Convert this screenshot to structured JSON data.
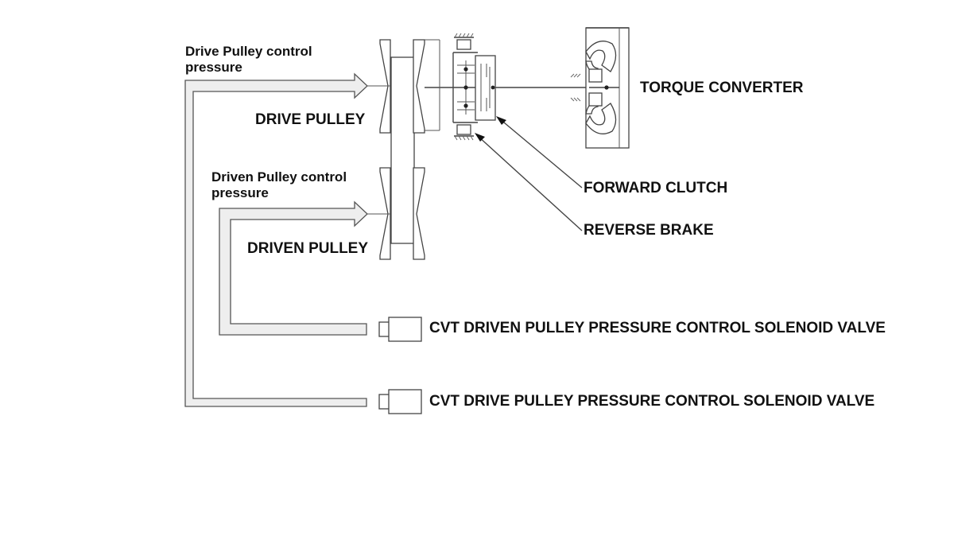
{
  "labels": {
    "drive_pressure_line1": "Drive Pulley control",
    "drive_pressure_line2": "pressure",
    "drive_pulley": "DRIVE PULLEY",
    "driven_pressure_line1": "Driven Pulley control",
    "driven_pressure_line2": "pressure",
    "driven_pulley": "DRIVEN PULLEY",
    "torque_converter": "TORQUE CONVERTER",
    "forward_clutch": "FORWARD CLUTCH",
    "reverse_brake": "REVERSE BRAKE",
    "driven_solenoid": "CVT DRIVEN PULLEY PRESSURE CONTROL SOLENOID VALVE",
    "drive_solenoid": "CVT DRIVE PULLEY PRESSURE CONTROL SOLENOID VALVE"
  },
  "colors": {
    "line": "#444444",
    "pipe_fill": "#eeeeee",
    "text": "#111111"
  }
}
